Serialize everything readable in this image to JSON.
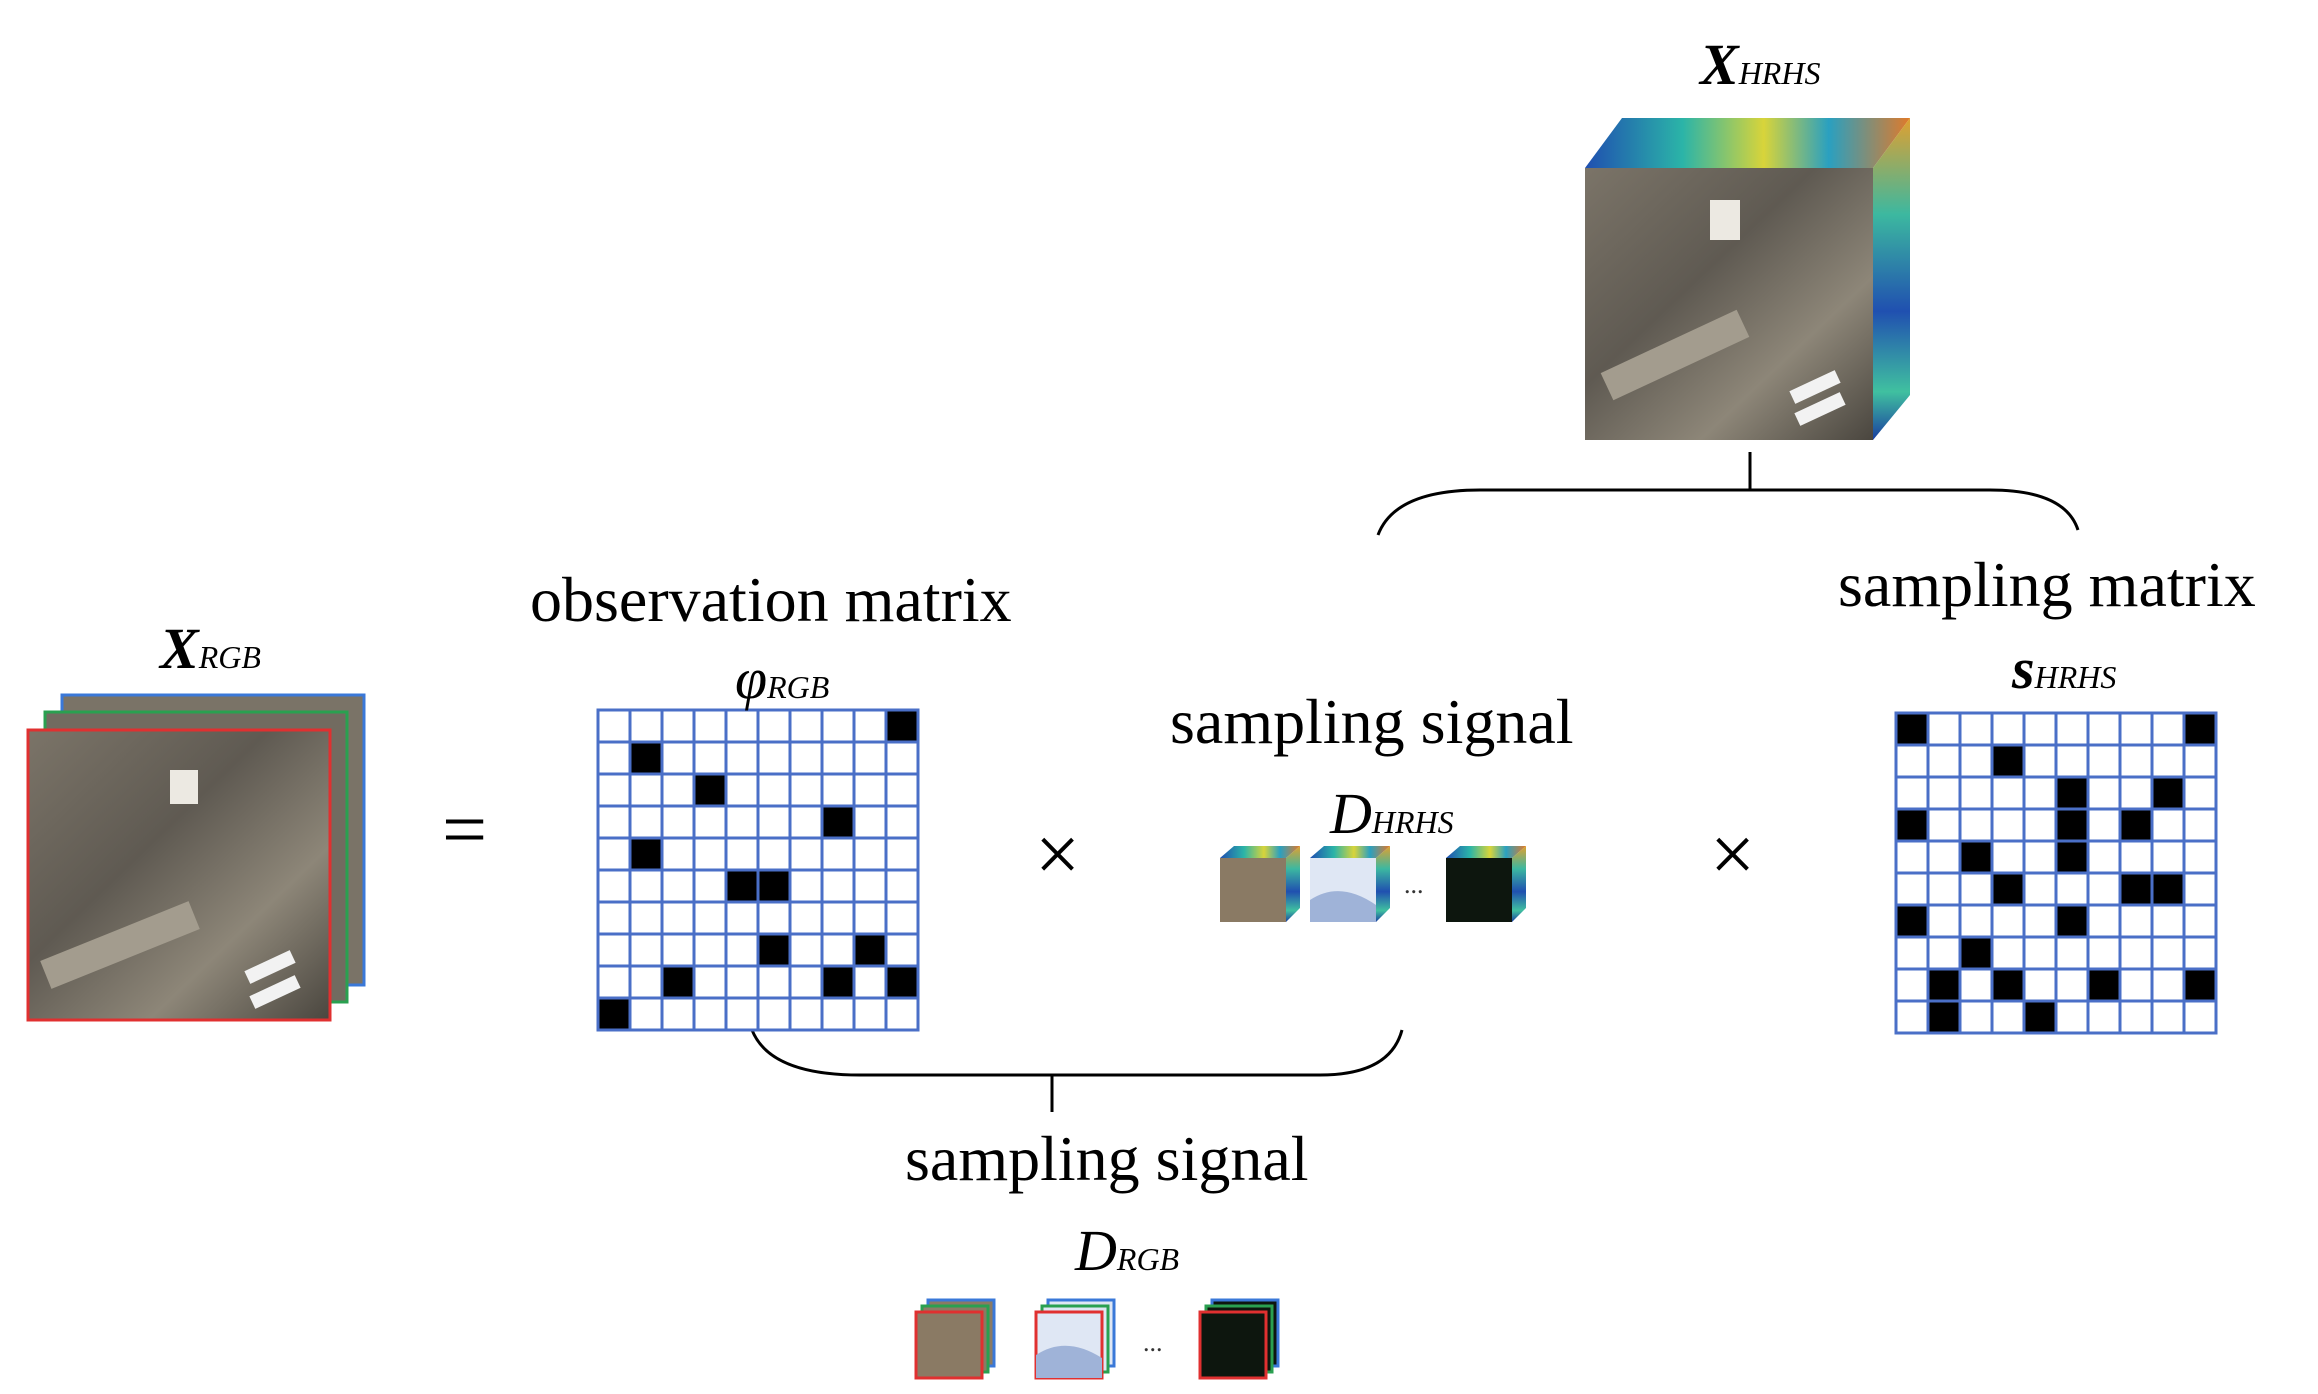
{
  "symbols": {
    "x_rgb": {
      "main": "X",
      "sub": "RGB"
    },
    "x_hrhs": {
      "main": "X",
      "sub": "HRHS"
    },
    "phi_rgb": {
      "main": "φ",
      "sub": "RGB"
    },
    "s_hrhs": {
      "main": "s",
      "sub": "HRHS"
    },
    "d_hrhs": {
      "main": "D",
      "sub": "HRHS"
    },
    "d_rgb": {
      "main": "D",
      "sub": "RGB"
    }
  },
  "captions": {
    "observation_matrix": "observation matrix",
    "sampling_matrix": "sampling matrix",
    "sampling_signal_top": "sampling signal",
    "sampling_signal_bottom": "sampling signal"
  },
  "operators": {
    "equals": "=",
    "times_1": "×",
    "times_2": "×"
  },
  "ellipsis": {
    "top": "...",
    "bottom": "..."
  },
  "colors": {
    "grid_line": "#4a6fc7",
    "cell_filled": "#000000",
    "stack_red": "#e03030",
    "stack_green": "#2aa050",
    "stack_blue": "#3a78d8",
    "tile_tan": "#8a7a64",
    "tile_light": "#dfe7f4",
    "tile_dark": "#0d160e"
  },
  "phi_rgb_grid": {
    "rows": 10,
    "cols": 10,
    "filled": [
      [
        0,
        9
      ],
      [
        1,
        1
      ],
      [
        2,
        3
      ],
      [
        3,
        7
      ],
      [
        4,
        1
      ],
      [
        5,
        4
      ],
      [
        5,
        5
      ],
      [
        7,
        5
      ],
      [
        7,
        8
      ],
      [
        8,
        2
      ],
      [
        8,
        7
      ],
      [
        8,
        9
      ],
      [
        9,
        0
      ]
    ]
  },
  "s_hrhs_grid": {
    "rows": 10,
    "cols": 10,
    "filled": [
      [
        0,
        0
      ],
      [
        0,
        9
      ],
      [
        1,
        3
      ],
      [
        2,
        5
      ],
      [
        2,
        8
      ],
      [
        3,
        0
      ],
      [
        3,
        5
      ],
      [
        3,
        7
      ],
      [
        4,
        2
      ],
      [
        4,
        5
      ],
      [
        5,
        3
      ],
      [
        5,
        7
      ],
      [
        5,
        8
      ],
      [
        6,
        0
      ],
      [
        6,
        5
      ],
      [
        7,
        2
      ],
      [
        8,
        1
      ],
      [
        8,
        3
      ],
      [
        8,
        6
      ],
      [
        8,
        9
      ],
      [
        9,
        1
      ],
      [
        9,
        4
      ]
    ]
  }
}
